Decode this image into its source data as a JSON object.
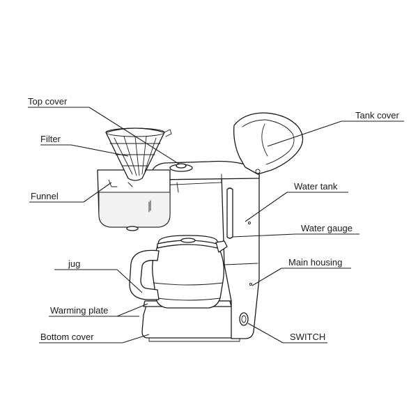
{
  "diagram": {
    "labels": {
      "top_cover": "Top cover",
      "filter": "Filter",
      "funnel": "Funnel",
      "jug": "jug",
      "warming_plate": "Warming plate",
      "bottom_cover": "Bottom cover",
      "tank_cover": "Tank cover",
      "water_tank": "Water tank",
      "water_gauge": "Water gauge",
      "main_housing": "Main housing",
      "switch": "SWITCH"
    }
  }
}
